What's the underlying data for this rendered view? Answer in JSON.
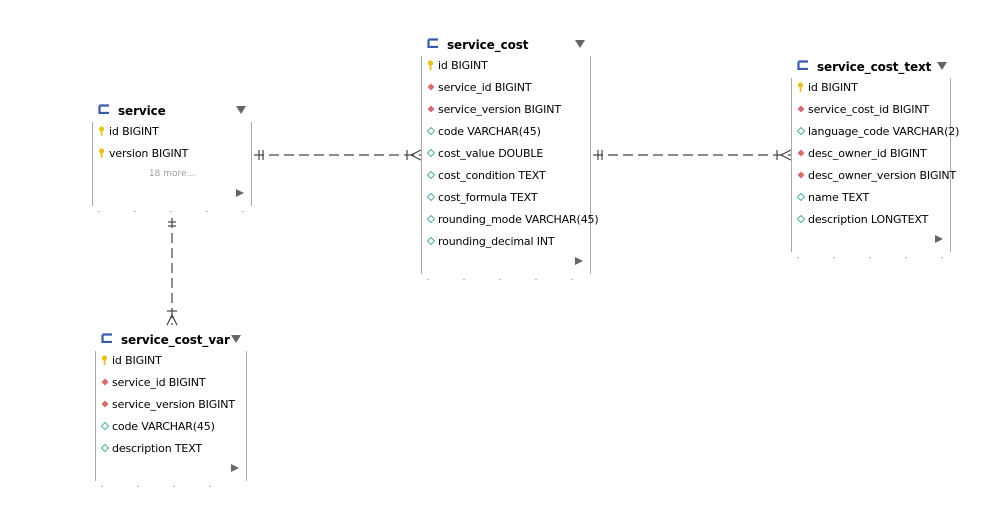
{
  "colors": {
    "table_icon": "#3a5aa8",
    "primary_key_icon": "#e6c21a",
    "foreign_key_icon": "#d96a6a",
    "column_icon": "#4fb0a8",
    "arrow": "#666666",
    "relationship_line": "#444444",
    "more_text": "#a0a0a0"
  },
  "icons": {
    "table": "table-icon",
    "pk": "key-icon",
    "fk": "foreign-key-icon",
    "col": "column-diamond-icon",
    "menu": "chevron-down-icon",
    "expand": "expand-arrow-icon"
  },
  "tables": [
    {
      "id": "service",
      "name": "service",
      "columns": [
        {
          "type": "pk",
          "text": "id BIGINT"
        },
        {
          "type": "pk",
          "text": "version BIGINT"
        }
      ],
      "more": "18 more..."
    },
    {
      "id": "service_cost",
      "name": "service_cost",
      "columns": [
        {
          "type": "pk",
          "text": "id BIGINT"
        },
        {
          "type": "fk",
          "text": "service_id BIGINT"
        },
        {
          "type": "fk",
          "text": "service_version BIGINT"
        },
        {
          "type": "col",
          "text": "code VARCHAR(45)"
        },
        {
          "type": "col",
          "text": "cost_value DOUBLE"
        },
        {
          "type": "col",
          "text": "cost_condition TEXT"
        },
        {
          "type": "col",
          "text": "cost_formula TEXT"
        },
        {
          "type": "col",
          "text": "rounding_mode VARCHAR(45)"
        },
        {
          "type": "col",
          "text": "rounding_decimal INT"
        }
      ]
    },
    {
      "id": "service_cost_text",
      "name": "service_cost_text",
      "columns": [
        {
          "type": "pk",
          "text": "id BIGINT"
        },
        {
          "type": "fk",
          "text": "service_cost_id BIGINT"
        },
        {
          "type": "col",
          "text": "language_code VARCHAR(2)"
        },
        {
          "type": "fk",
          "text": "desc_owner_id BIGINT"
        },
        {
          "type": "fk",
          "text": "desc_owner_version BIGINT"
        },
        {
          "type": "col",
          "text": "name TEXT"
        },
        {
          "type": "col",
          "text": "description LONGTEXT"
        }
      ]
    },
    {
      "id": "service_cost_var",
      "name": "service_cost_var",
      "columns": [
        {
          "type": "pk",
          "text": "id BIGINT"
        },
        {
          "type": "fk",
          "text": "service_id BIGINT"
        },
        {
          "type": "fk",
          "text": "service_version BIGINT"
        },
        {
          "type": "col",
          "text": "code VARCHAR(45)"
        },
        {
          "type": "col",
          "text": "description TEXT"
        }
      ]
    }
  ],
  "relationships": [
    {
      "from": "service",
      "to": "service_cost",
      "from_end": "one",
      "to_end": "many"
    },
    {
      "from": "service_cost",
      "to": "service_cost_text",
      "from_end": "one",
      "to_end": "many"
    },
    {
      "from": "service",
      "to": "service_cost_var",
      "from_end": "one",
      "to_end": "many"
    }
  ]
}
